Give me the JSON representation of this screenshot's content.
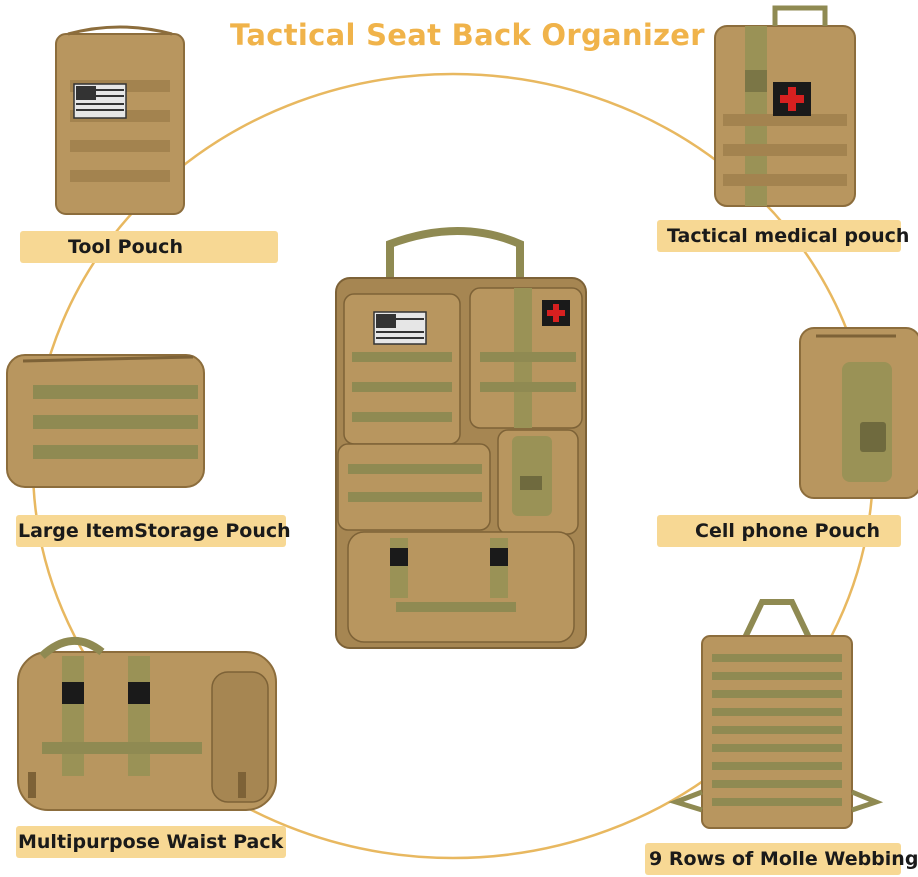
{
  "title": "Tactical Seat Back Organizer",
  "colors": {
    "accent": "#f0b34a",
    "label_bg": "#f7d894",
    "fabric": "#b8965f",
    "webbing": "#8f8a52",
    "ring": "#e8b860"
  },
  "patches": {
    "flag": "usa-flag-patch",
    "medical": "red-cross-patch"
  },
  "labels": {
    "tool_pouch": "Tool Pouch",
    "medical_pouch": "Tactical medical pouch",
    "large_storage": "Large ItemStorage Pouch",
    "cell_phone": "Cell phone Pouch",
    "waist_pack": "Multipurpose Waist Pack",
    "molle_rows": "9 Rows of Molle Webbing"
  }
}
